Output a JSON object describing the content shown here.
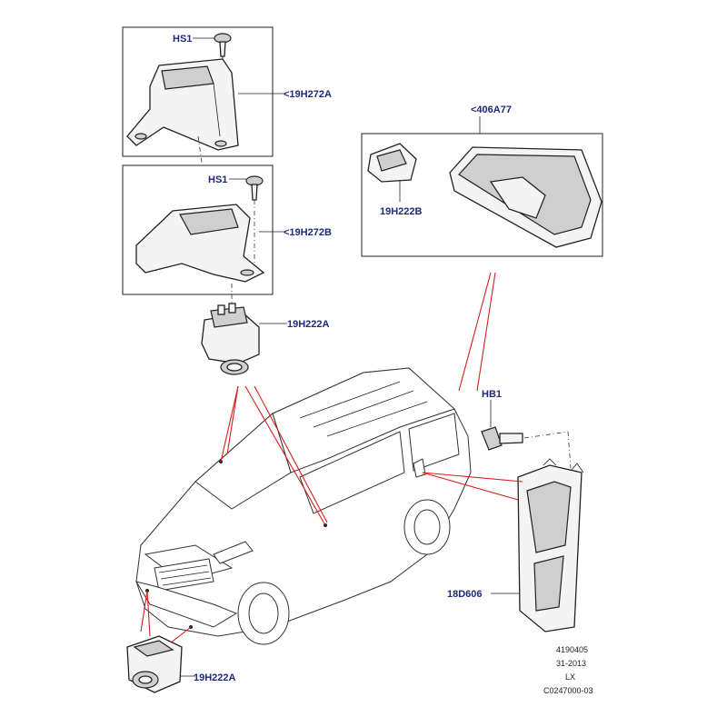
{
  "callouts": {
    "hs1_top": "HS1",
    "bracket_a": "<19H272A",
    "hs1_mid": "HS1",
    "bracket_b": "<19H272B",
    "camera_a_top": "19H222A",
    "mirror_assembly": "<406A77",
    "camera_b": "19H222B",
    "bolt": "HB1",
    "module": "18D606",
    "camera_a_bottom": "19H222A"
  },
  "meta": {
    "line1": "4190405",
    "line2": "31-2013",
    "line3": "LX",
    "line4": "C0247000-03"
  },
  "colors": {
    "callout_text": "#1f2a7a",
    "leader_red": "#d61f1f"
  }
}
